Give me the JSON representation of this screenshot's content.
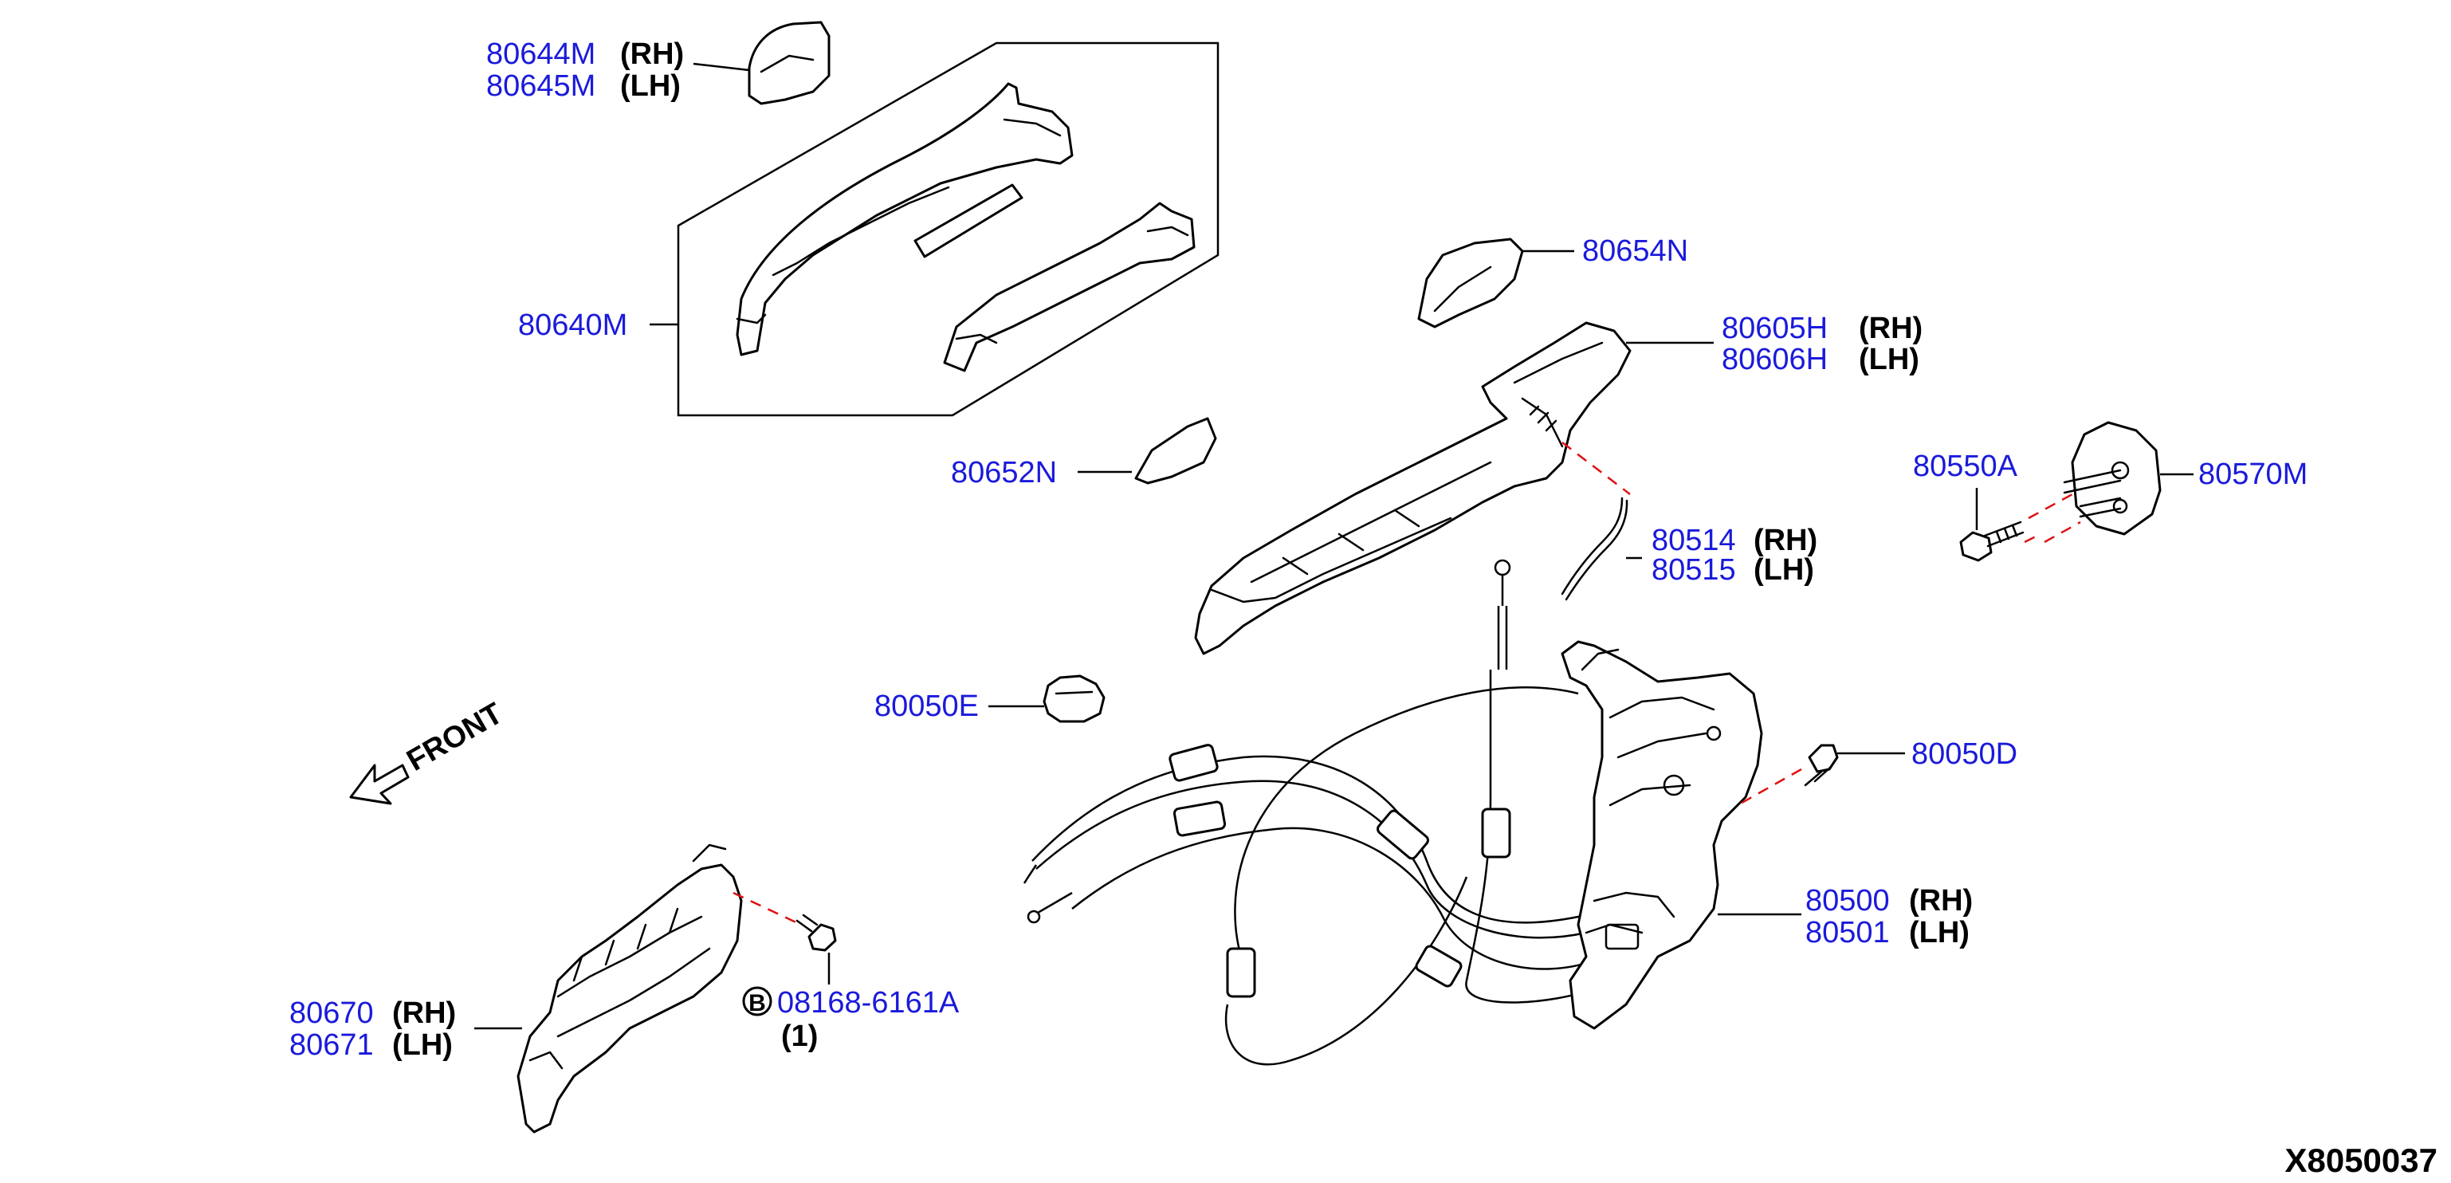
{
  "diagram_code": "X8050037",
  "front_label": "FRONT",
  "colors": {
    "part_number": "#1a1adb",
    "side_label": "#000000",
    "guide_dash": "#e01010",
    "line": "#000000"
  },
  "callouts": {
    "c80644": {
      "part": "80644M",
      "side": "(RH)"
    },
    "c80645": {
      "part": "80645M",
      "side": "(LH)"
    },
    "c80640": {
      "part": "80640M"
    },
    "c80654": {
      "part": "80654N"
    },
    "c80605": {
      "part": "80605H",
      "side": "(RH)"
    },
    "c80606": {
      "part": "80606H",
      "side": "(LH)"
    },
    "c80652": {
      "part": "80652N"
    },
    "c80550": {
      "part": "80550A"
    },
    "c80570": {
      "part": "80570M"
    },
    "c80514": {
      "part": "80514",
      "side": "(RH)"
    },
    "c80515": {
      "part": "80515",
      "side": "(LH)"
    },
    "c80050e": {
      "part": "80050E"
    },
    "c80050d": {
      "part": "80050D"
    },
    "c80500": {
      "part": "80500",
      "side": "(RH)"
    },
    "c80501": {
      "part": "80501",
      "side": "(LH)"
    },
    "c80670": {
      "part": "80670",
      "side": "(RH)"
    },
    "c80671": {
      "part": "80671",
      "side": "(LH)"
    },
    "bolt": {
      "symbol": "B",
      "part": "08168-6161A",
      "qty": "(1)"
    }
  }
}
